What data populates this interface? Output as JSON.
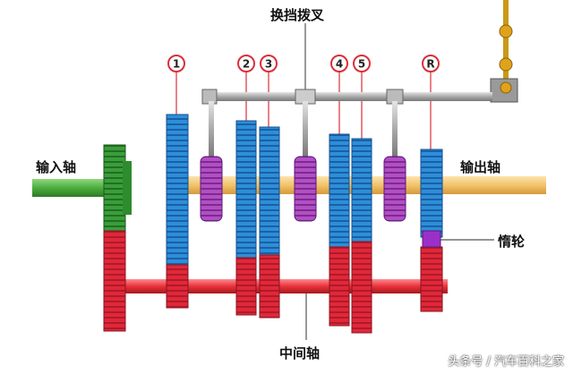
{
  "labels": {
    "shift_fork": "换挡拨叉",
    "input_shaft": "输入轴",
    "output_shaft": "输出轴",
    "idler": "惰轮",
    "countershaft": "中间轴"
  },
  "gear_markers": [
    "1",
    "2",
    "3",
    "4",
    "5",
    "R"
  ],
  "watermark": "头条号 / 汽车百科之家",
  "colors": {
    "input_shaft": "#4cae3c",
    "input_gear": "#2e8b2e",
    "output_shaft": "#f2c36b",
    "countershaft": "#e8323a",
    "counter_gear": "#e0283a",
    "driven_gear": "#2d8fd8",
    "synchronizer": "#b24fc4",
    "idler": "#9b30c8",
    "fork_rail": "#a9a9a9",
    "lever": "#c99a16",
    "marker_ring": "#d9303a"
  }
}
